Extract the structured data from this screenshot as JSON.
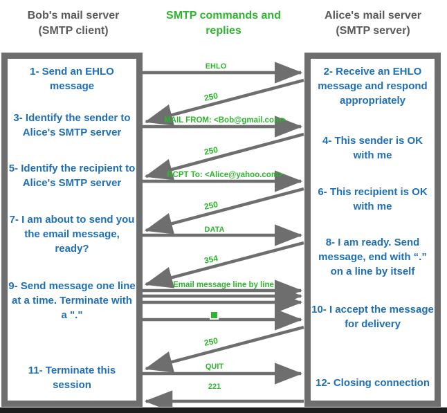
{
  "titles": {
    "left": "Bob's mail server\n(SMTP client)",
    "left_line1": "Bob's mail server",
    "left_line2": "(SMTP client)",
    "center_line1": "SMTP commands and",
    "center_line2": "replies",
    "right_line1": "Alice's mail server",
    "right_line2": "(SMTP server)"
  },
  "colors": {
    "heading_gray": "#595959",
    "accent_green": "#2db52d",
    "step_blue": "#1f6fb4",
    "arrow_gray": "#6e6e6e",
    "panel_border": "#6e6e6e",
    "bottom_bar": "#1d1d1d",
    "background": "#ffffff"
  },
  "client_steps": [
    {
      "id": 1,
      "text": "1- Send an EHLO message"
    },
    {
      "id": 3,
      "text": "3- Identify the sender to Alice's SMTP server"
    },
    {
      "id": 5,
      "text": "5- Identify the recipient to Alice's SMTP server"
    },
    {
      "id": 7,
      "text": "7- I am about to send you the email message, ready?"
    },
    {
      "id": 9,
      "text": "9- Send message one line at a time. Terminate with a \".\""
    },
    {
      "id": 11,
      "text": "11- Terminate this session"
    }
  ],
  "server_steps": [
    {
      "id": 2,
      "text": "2- Receive an EHLO message and respond appropriately"
    },
    {
      "id": 4,
      "text": "4- This sender is OK with me"
    },
    {
      "id": 6,
      "text": "6- This recipient is OK with me"
    },
    {
      "id": 8,
      "text": "8-  I am ready. Send message, end with “.” on a line by itself"
    },
    {
      "id": 10,
      "text": "10-  I accept the message for delivery"
    },
    {
      "id": 12,
      "text": "12-  Closing connection"
    }
  ],
  "messages": [
    {
      "seq": 1,
      "label": "EHLO",
      "direction": "client-to-server",
      "style": "straight"
    },
    {
      "seq": 2,
      "label": "250",
      "direction": "server-to-client",
      "style": "diagonal"
    },
    {
      "seq": 3,
      "label": "MAIL FROM: <Bob@gmail.com>",
      "direction": "client-to-server",
      "style": "straight"
    },
    {
      "seq": 4,
      "label": "250",
      "direction": "server-to-client",
      "style": "diagonal"
    },
    {
      "seq": 5,
      "label": "RCPT To: <Alice@yahoo.com>",
      "direction": "client-to-server",
      "style": "straight"
    },
    {
      "seq": 6,
      "label": "250",
      "direction": "server-to-client",
      "style": "diagonal"
    },
    {
      "seq": 7,
      "label": "DATA",
      "direction": "client-to-server",
      "style": "straight"
    },
    {
      "seq": 8,
      "label": "354",
      "direction": "server-to-client",
      "style": "diagonal"
    },
    {
      "seq": 9,
      "label": "Email message line by line",
      "direction": "client-to-server",
      "style": "straight-multi"
    },
    {
      "seq": 10,
      "label": "",
      "direction": "client-to-server",
      "style": "straight"
    },
    {
      "seq": 11,
      "label": "",
      "direction": "client-to-server",
      "style": "straight"
    },
    {
      "seq": 12,
      "label": "■",
      "direction": "client-to-server",
      "style": "marker"
    },
    {
      "seq": 13,
      "label": "",
      "direction": "client-to-server",
      "style": "straight"
    },
    {
      "seq": 14,
      "label": "250",
      "direction": "server-to-client",
      "style": "diagonal"
    },
    {
      "seq": 15,
      "label": "QUIT",
      "direction": "client-to-server",
      "style": "straight"
    },
    {
      "seq": 16,
      "label": "221",
      "direction": "server-to-client",
      "style": "straight"
    }
  ],
  "lane_labels": {
    "ehlo": "EHLO",
    "r250_a": "250",
    "mail_from": "MAIL FROM: <Bob@gmail.com>",
    "r250_b": "250",
    "rcpt_to": "RCPT To: <Alice@yahoo.com>",
    "r250_c": "250",
    "data": "DATA",
    "r354": "354",
    "email_lines": "Email message line by line",
    "r250_d": "250",
    "quit": "QUIT",
    "r221": "221"
  }
}
